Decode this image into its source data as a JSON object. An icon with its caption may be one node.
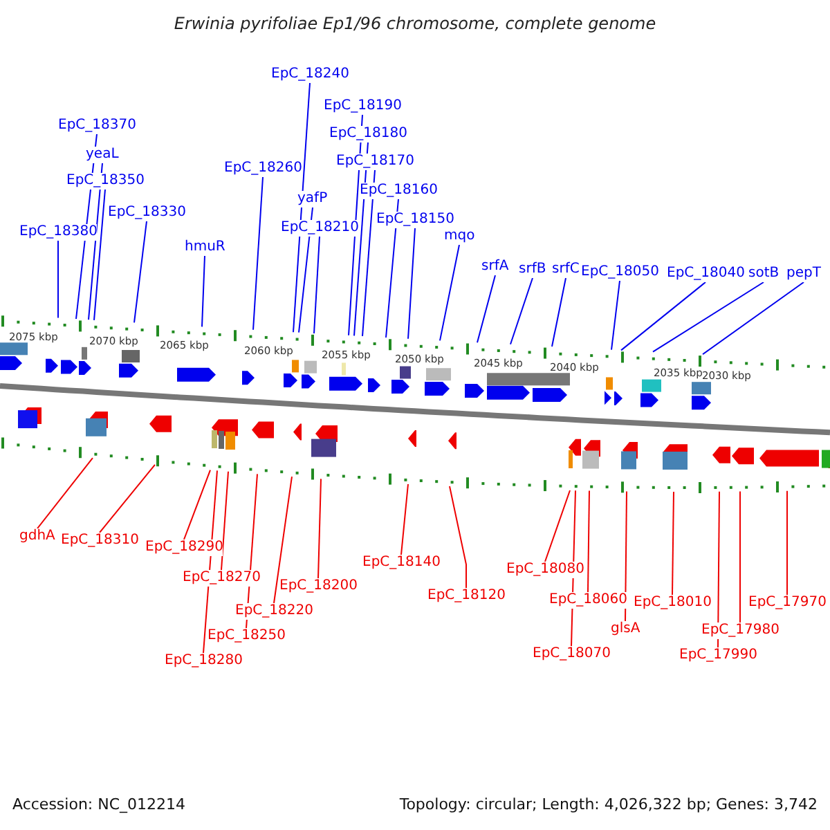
{
  "diagram": {
    "title": "Erwinia pyrifoliae Ep1/96 chromosome, complete genome",
    "nodes": [
      {
        "text": [
          "EpC_18380"
        ]
      },
      {
        "text": [
          "EpC_18370"
        ]
      },
      {
        "text": [
          "yeaL"
        ]
      },
      {
        "text": [
          "EpC_18350"
        ]
      },
      {
        "text": [
          "EpC_18330"
        ]
      },
      {
        "text": [
          "hmuR"
        ]
      },
      {
        "text": [
          "EpC_18260"
        ]
      },
      {
        "text": [
          "EpC_18240"
        ]
      },
      {
        "text": [
          "yafP"
        ]
      },
      {
        "text": [
          "EpC_18210"
        ]
      },
      {
        "text": [
          "EpC_18190"
        ]
      },
      {
        "text": [
          "EpC_18180"
        ]
      },
      {
        "text": [
          "EpC_18170"
        ]
      },
      {
        "text": [
          "EpC_18160"
        ]
      },
      {
        "text": [
          "EpC_18150"
        ]
      },
      {
        "text": [
          "mqo"
        ]
      },
      {
        "text": [
          "srfA"
        ]
      },
      {
        "text": [
          "srfB"
        ]
      },
      {
        "text": [
          "srfC"
        ]
      },
      {
        "text": [
          "EpC_18050"
        ]
      },
      {
        "text": [
          "EpC_18040"
        ]
      },
      {
        "text": [
          "sotB"
        ]
      },
      {
        "text": [
          "pepT"
        ]
      },
      {
        "text": [
          "gdhA"
        ]
      },
      {
        "text": [
          "EpC_18310"
        ]
      },
      {
        "text": [
          "EpC_18290"
        ]
      },
      {
        "text": [
          "EpC_18280"
        ]
      },
      {
        "text": [
          "EpC_18270"
        ]
      },
      {
        "text": [
          "EpC_18250"
        ]
      },
      {
        "text": [
          "EpC_18220"
        ]
      },
      {
        "text": [
          "EpC_18200"
        ]
      },
      {
        "text": [
          "EpC_18140"
        ]
      },
      {
        "text": [
          "EpC_18120"
        ]
      },
      {
        "text": [
          "EpC_18080"
        ]
      },
      {
        "text": [
          "EpC_18070"
        ]
      },
      {
        "text": [
          "EpC_18060"
        ]
      },
      {
        "text": [
          "glsA"
        ]
      },
      {
        "text": [
          "EpC_18010"
        ]
      },
      {
        "text": [
          "EpC_17990"
        ]
      },
      {
        "text": [
          "EpC_17980"
        ]
      },
      {
        "text": [
          "EpC_17970"
        ]
      }
    ],
    "edges": [
      {
        "from": 0,
        "to": null,
        "arrow": "none"
      },
      {
        "from": 1,
        "to": null,
        "arrow": "none"
      },
      {
        "from": 2,
        "to": null,
        "arrow": "none"
      },
      {
        "from": 3,
        "to": null,
        "arrow": "none"
      },
      {
        "from": 4,
        "to": null,
        "arrow": "none"
      },
      {
        "from": 5,
        "to": null,
        "arrow": "none"
      },
      {
        "from": 6,
        "to": null,
        "arrow": "none"
      },
      {
        "from": 7,
        "to": null,
        "arrow": "none"
      },
      {
        "from": 8,
        "to": null,
        "arrow": "none"
      },
      {
        "from": 9,
        "to": null,
        "arrow": "none"
      },
      {
        "from": 10,
        "to": null,
        "arrow": "none"
      },
      {
        "from": 11,
        "to": null,
        "arrow": "none"
      },
      {
        "from": 12,
        "to": null,
        "arrow": "none"
      },
      {
        "from": 13,
        "to": null,
        "arrow": "none"
      },
      {
        "from": 14,
        "to": null,
        "arrow": "none"
      },
      {
        "from": 15,
        "to": null,
        "arrow": "none"
      },
      {
        "from": 16,
        "to": null,
        "arrow": "none"
      },
      {
        "from": 17,
        "to": null,
        "arrow": "none"
      },
      {
        "from": 18,
        "to": null,
        "arrow": "none"
      },
      {
        "from": 19,
        "to": null,
        "arrow": "none"
      },
      {
        "from": 20,
        "to": null,
        "arrow": "none"
      },
      {
        "from": 21,
        "to": null,
        "arrow": "none"
      },
      {
        "from": 22,
        "to": null,
        "arrow": "none"
      },
      {
        "from": 23,
        "to": null,
        "arrow": "none",
        "color": "#ee0000"
      },
      {
        "from": 24,
        "to": null,
        "arrow": "none",
        "color": "#ee0000"
      },
      {
        "from": 25,
        "to": null,
        "arrow": "none",
        "color": "#ee0000"
      },
      {
        "from": 26,
        "to": null,
        "arrow": "none",
        "color": "#ee0000"
      },
      {
        "from": 27,
        "to": null,
        "arrow": "none",
        "color": "#ee0000"
      },
      {
        "from": 28,
        "to": null,
        "arrow": "none",
        "color": "#ee0000"
      },
      {
        "from": 29,
        "to": null,
        "arrow": "none",
        "color": "#ee0000"
      },
      {
        "from": 30,
        "to": null,
        "arrow": "none",
        "color": "#ee0000"
      },
      {
        "from": 31,
        "to": null,
        "arrow": "none",
        "color": "#ee0000"
      },
      {
        "from": 32,
        "to": null,
        "arrow": "none",
        "color": "#ee0000"
      },
      {
        "from": 33,
        "to": null,
        "arrow": "none",
        "color": "#ee0000"
      },
      {
        "from": 34,
        "to": null,
        "arrow": "none",
        "color": "#ee0000"
      },
      {
        "from": 35,
        "to": null,
        "arrow": "none",
        "color": "#ee0000"
      },
      {
        "from": 36,
        "to": null,
        "arrow": "none",
        "color": "#ee0000"
      },
      {
        "from": 37,
        "to": null,
        "arrow": "none",
        "color": "#ee0000"
      },
      {
        "from": 38,
        "to": null,
        "arrow": "none",
        "color": "#ee0000"
      },
      {
        "from": 39,
        "to": null,
        "arrow": "none",
        "color": "#ee0000"
      },
      {
        "from": 40,
        "to": null,
        "arrow": "none",
        "color": "#ee0000"
      }
    ],
    "labels": [
      "2075 kbp",
      "2070 kbp",
      "2065 kbp",
      "2060 kbp",
      "2055 kbp",
      "2050 kbp",
      "2045 kbp",
      "2040 kbp",
      "2035 kbp",
      "2030 kbp",
      "Accession: NC_012214",
      "Topology: circular; Length: 4,026,322 bp; Genes: 3,742"
    ]
  }
}
